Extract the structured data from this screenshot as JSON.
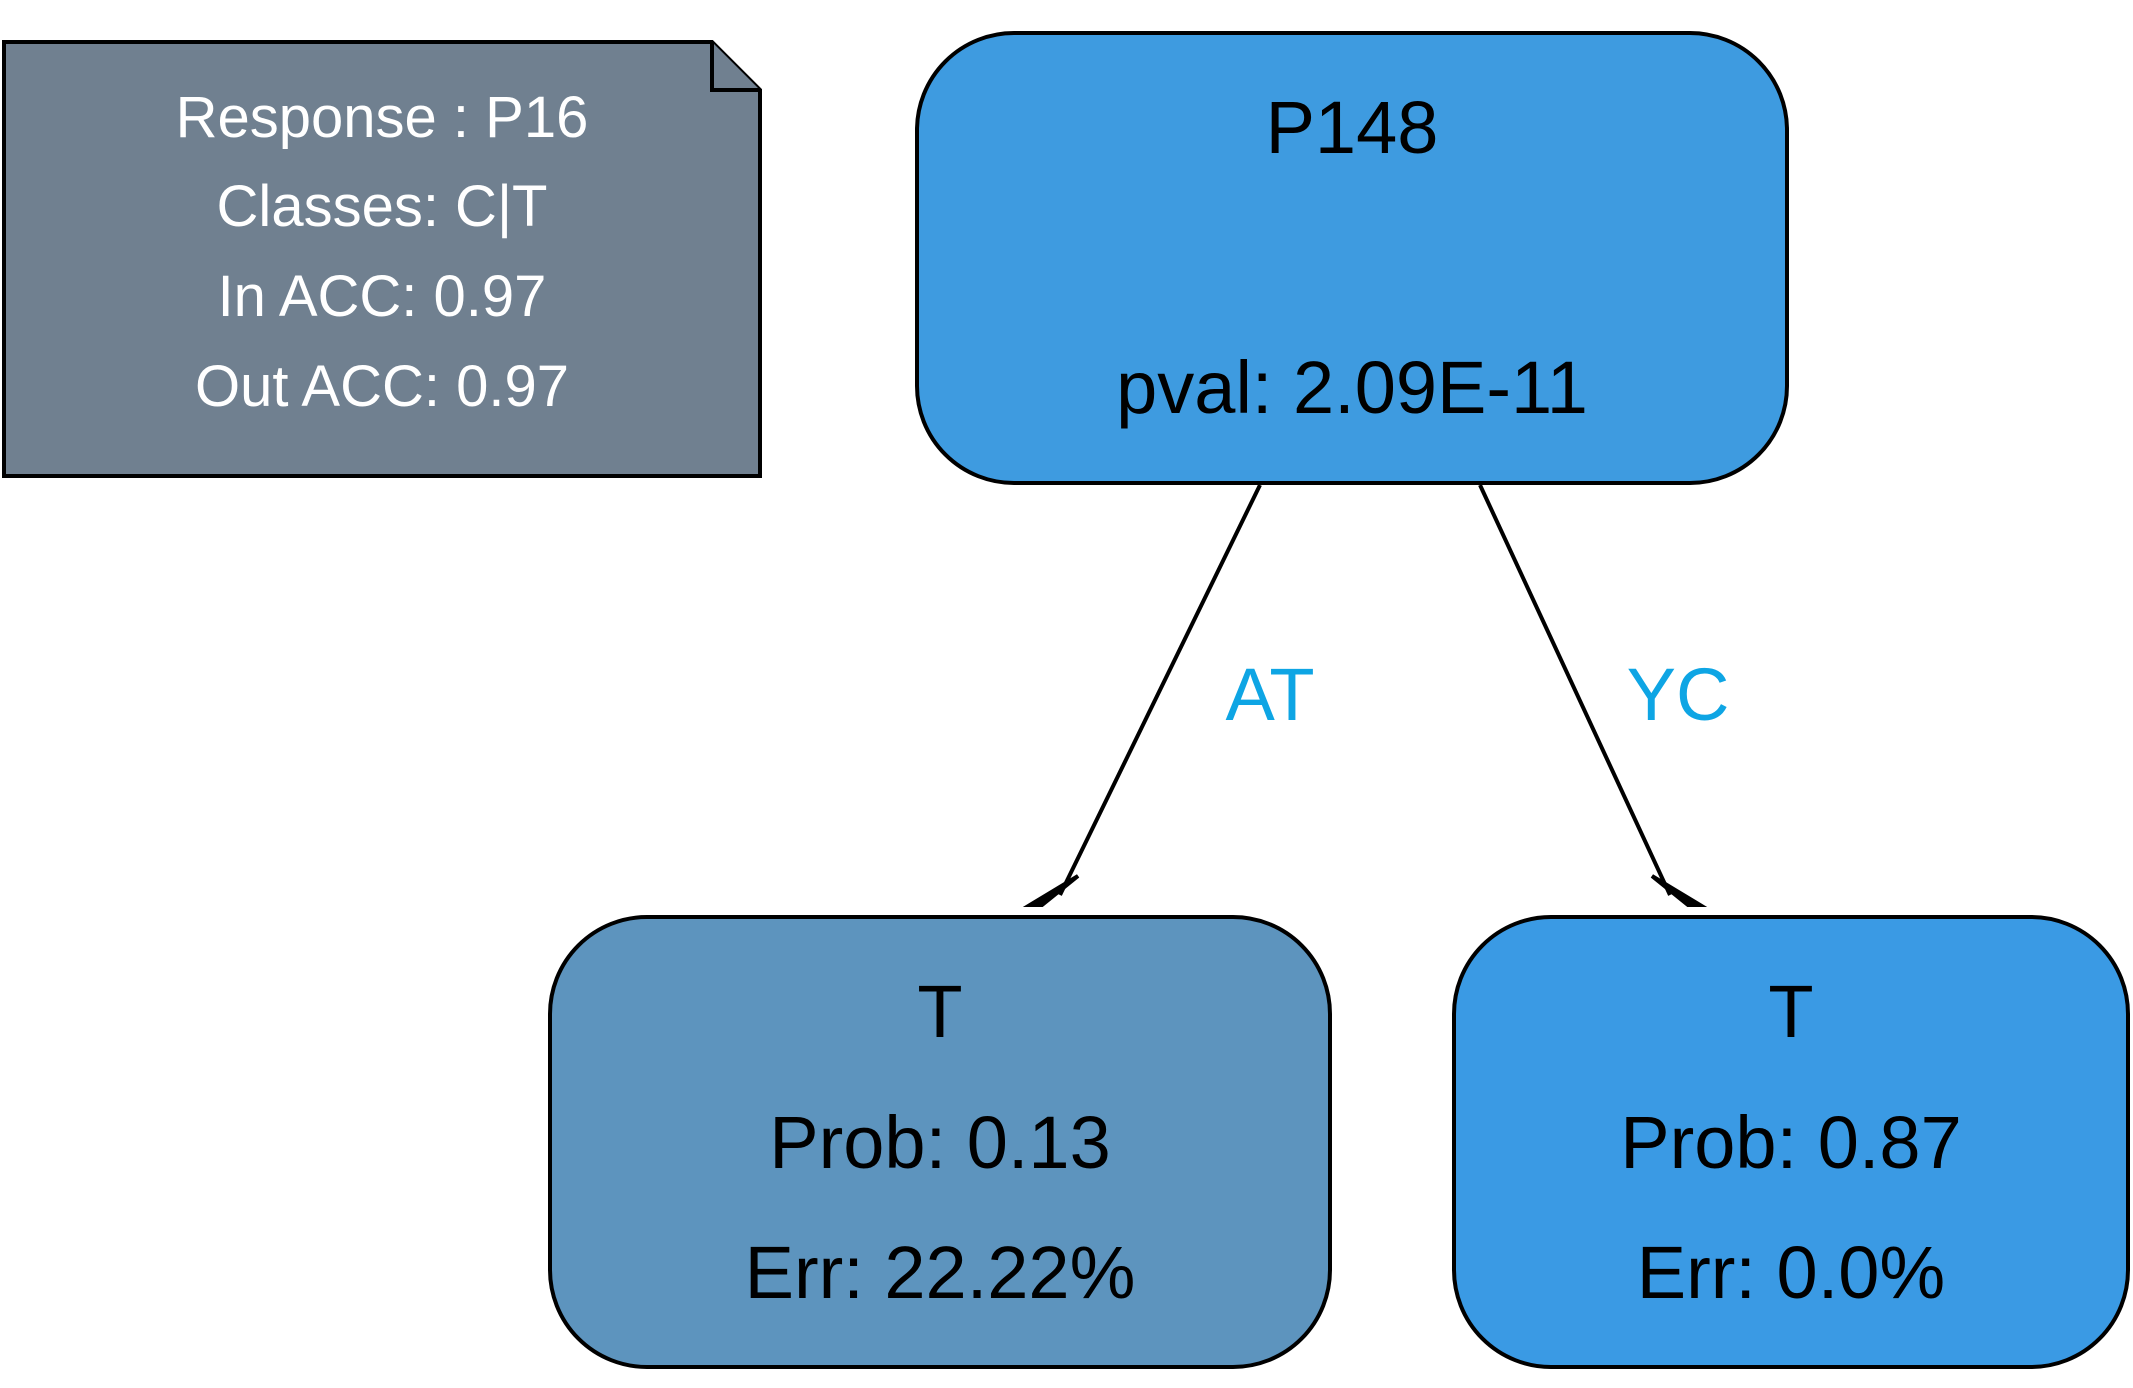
{
  "note": {
    "lines": [
      "Response : P16",
      "Classes: C|T",
      "In ACC: 0.97",
      "Out ACC: 0.97"
    ],
    "fill": "#708090"
  },
  "nodes": {
    "root": {
      "title": "P148",
      "pval": "pval: 2.09E-11",
      "fill": "#3e9be0"
    },
    "left": {
      "class": "T",
      "prob": "Prob: 0.13",
      "err": "Err: 22.22%",
      "fill": "#5d94be"
    },
    "right": {
      "class": "T",
      "prob": "Prob: 0.87",
      "err": "Err: 0.0%",
      "fill": "#3a9ae4"
    }
  },
  "edges": {
    "left": {
      "label": "AT"
    },
    "right": {
      "label": "YC"
    },
    "label_color": "#0ea5e4"
  }
}
